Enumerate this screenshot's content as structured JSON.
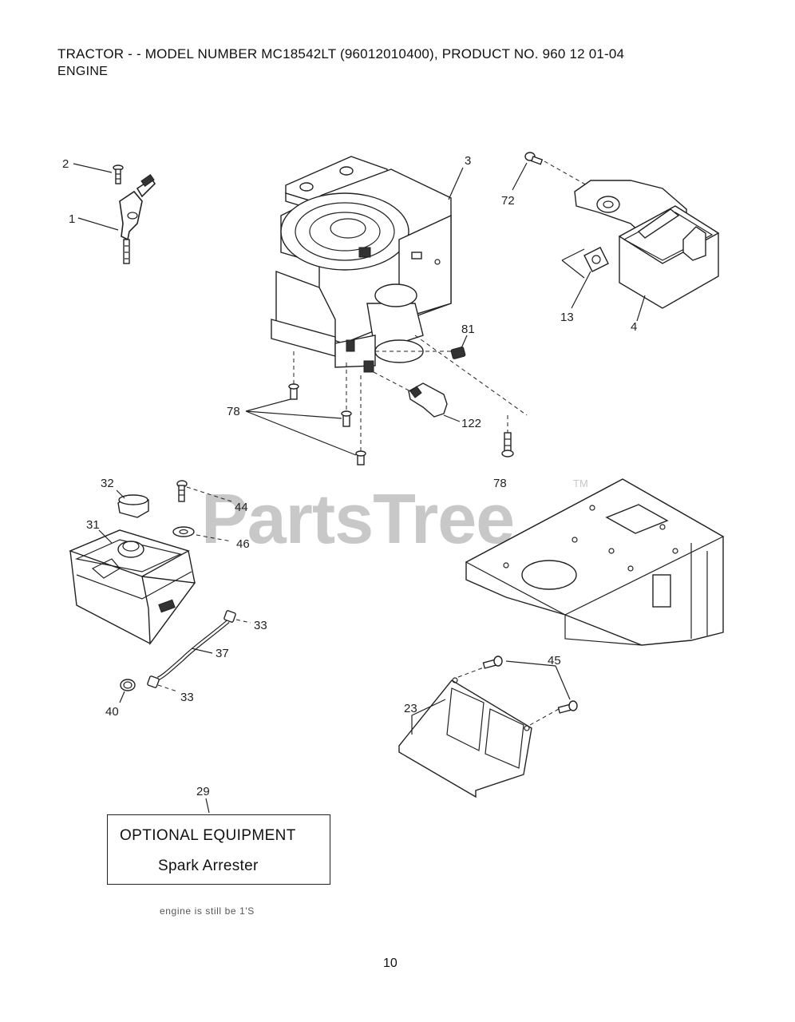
{
  "header": {
    "title": "TRACTOR - - MODEL NUMBER MC18542LT (96012010400), PRODUCT NO. 960 12 01-04",
    "subtitle": "ENGINE"
  },
  "watermark": {
    "text": "PartsTree",
    "tm": "TM"
  },
  "callouts": {
    "c1": "1",
    "c2": "2",
    "c3": "3",
    "c4": "4",
    "c13": "13",
    "c23": "23",
    "c29": "29",
    "c31": "31",
    "c32": "32",
    "c33a": "33",
    "c33b": "33",
    "c37": "37",
    "c40": "40",
    "c44": "44",
    "c45": "45",
    "c46": "46",
    "c72": "72",
    "c78a": "78",
    "c78b": "78",
    "c81": "81",
    "c122": "122"
  },
  "optional_box": {
    "line1": "OPTIONAL EQUIPMENT",
    "line2": "Spark Arrester"
  },
  "footnote": "engine is still be 1'S",
  "page_number": "10"
}
